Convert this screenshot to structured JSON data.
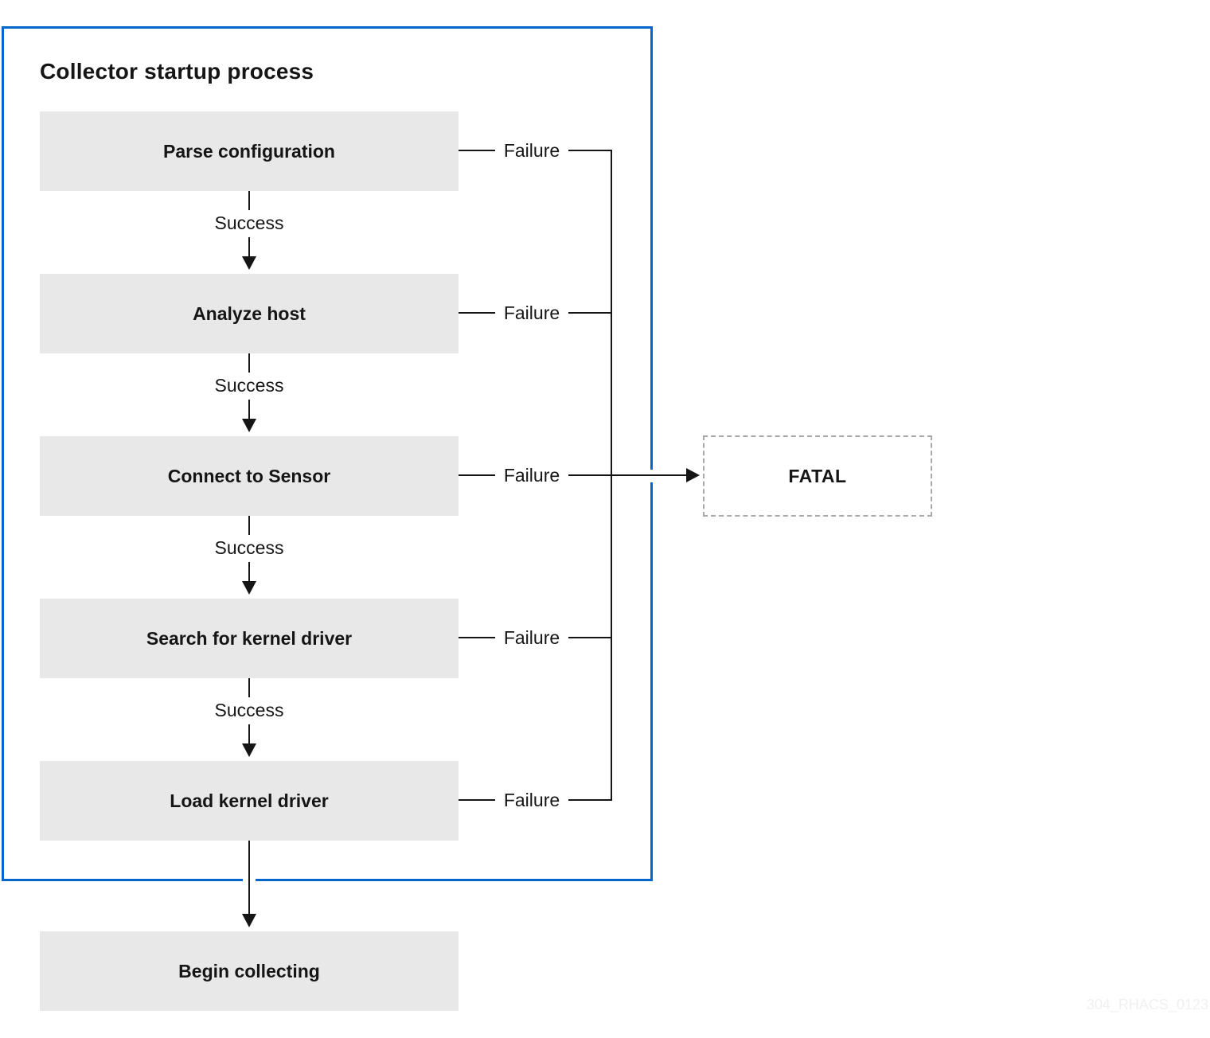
{
  "diagram": {
    "title": "Collector startup process",
    "steps": [
      {
        "label": "Parse configuration",
        "failure": "Failure"
      },
      {
        "label": "Analyze host",
        "failure": "Failure"
      },
      {
        "label": "Connect to Sensor",
        "failure": "Failure"
      },
      {
        "label": "Search for kernel driver",
        "failure": "Failure"
      },
      {
        "label": "Load kernel driver",
        "failure": "Failure"
      }
    ],
    "success_labels": [
      "Success",
      "Success",
      "Success",
      "Success"
    ],
    "final_step": "Begin collecting",
    "fatal": "FATAL",
    "watermark": "304_RHACS_0123",
    "colors": {
      "frame": "#0066cc",
      "box_fill": "#e8e8e8",
      "line": "#151515",
      "fatal_border": "#a8a8a8"
    }
  }
}
